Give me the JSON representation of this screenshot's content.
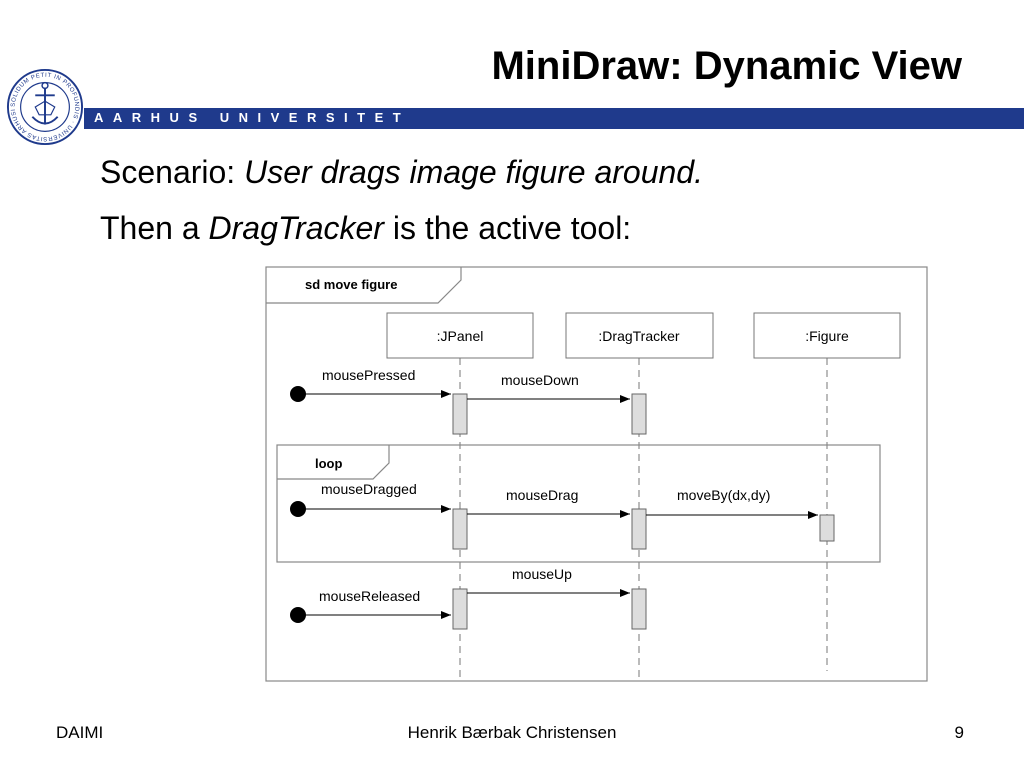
{
  "header": {
    "title": "MiniDraw: Dynamic View",
    "university": "AARHUS UNIVERSITET",
    "seal_text": "SOLIDUM PETIT IN PROFUNDIS · UNIVERSITAS ARHUSIENSIS",
    "band_color": "#1f3a8c"
  },
  "body": {
    "line1_prefix": "Scenario: ",
    "line1_italic": "User drags image figure around.",
    "line2_prefix": "Then a ",
    "line2_italic": "DragTracker",
    "line2_suffix": " is the active tool:"
  },
  "diagram": {
    "frame_label": "sd move figure",
    "lifelines": [
      ":JPanel",
      ":DragTracker",
      ":Figure"
    ],
    "loop_label": "loop",
    "messages": {
      "mouse_pressed": "mousePressed",
      "mouse_down": "mouseDown",
      "mouse_dragged": "mouseDragged",
      "mouse_drag": "mouseDrag",
      "move_by": "moveBy(dx,dy)",
      "mouse_up": "mouseUp",
      "mouse_released": "mouseReleased"
    }
  },
  "footer": {
    "left": "DAIMI",
    "center": "Henrik Bærbak Christensen",
    "page": "9"
  }
}
